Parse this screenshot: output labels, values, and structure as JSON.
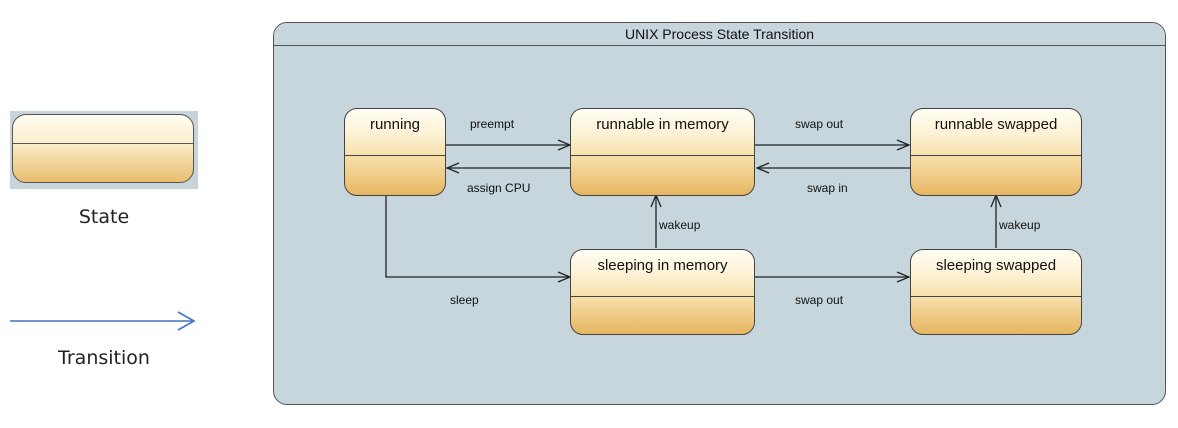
{
  "legend": {
    "state_label": "State",
    "transition_label": "Transition",
    "transition_color": "#4472c4"
  },
  "diagram": {
    "title": "UNIX Process State Transition",
    "states": {
      "running": "running",
      "runnable_in_memory": "runnable in memory",
      "runnable_swapped": "runnable swapped",
      "sleeping_in_memory": "sleeping in memory",
      "sleeping_swapped": "sleeping swapped"
    },
    "transitions": {
      "preempt": "preempt",
      "assign_cpu": "assign CPU",
      "swap_out_top": "swap out",
      "swap_in": "swap in",
      "wakeup_memory": "wakeup",
      "wakeup_swapped": "wakeup",
      "sleep": "sleep",
      "swap_out_bottom": "swap out"
    },
    "colors": {
      "frame_fill": "#c7d6dc",
      "state_fill_top": "#fffdf4",
      "state_fill_bottom": "#e6b662",
      "edge": "#222222"
    }
  }
}
